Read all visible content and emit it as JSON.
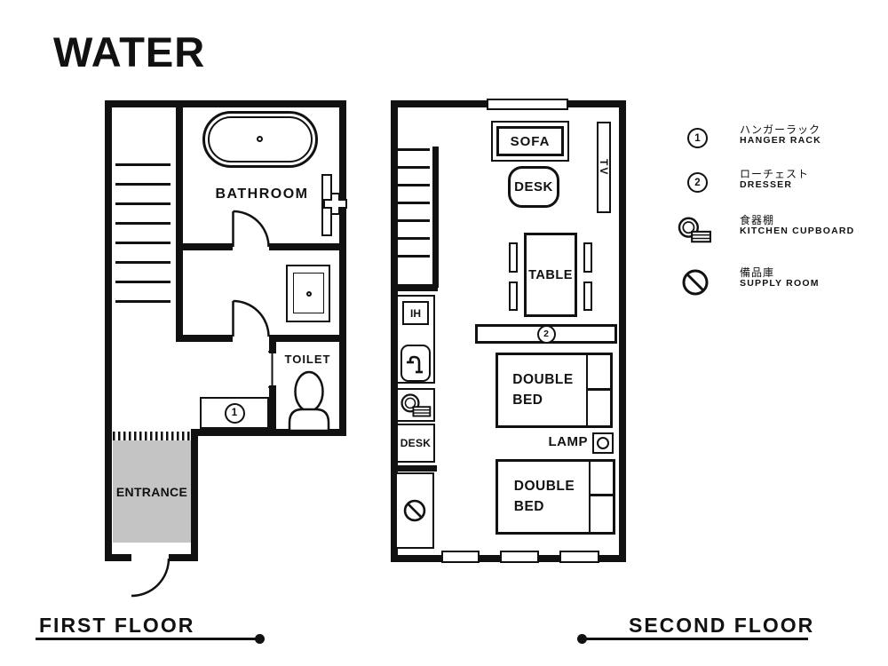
{
  "title": "WATER",
  "first_floor": {
    "caption": "FIRST FLOOR",
    "bathroom_label": "BATHROOM",
    "toilet_label": "TOILET",
    "entrance_label": "ENTRANCE",
    "hanger_rack_marker": "1"
  },
  "second_floor": {
    "caption": "SECOND FLOOR",
    "sofa_label": "SOFA",
    "desk_label": "DESK",
    "tv_label": "TV",
    "table_label": "TABLE",
    "dresser_marker": "2",
    "double_bed_1_label": "DOUBLE\nBED",
    "double_bed_2_label": "DOUBLE\nBED",
    "lamp_label": "LAMP",
    "kitchen": {
      "ih_label": "IH",
      "desk_label": "DESK"
    }
  },
  "legend": {
    "items": [
      {
        "marker": "1",
        "icon": "circled-one",
        "jp": "ハンガーラック",
        "en": "HANGER RACK"
      },
      {
        "marker": "2",
        "icon": "circled-two",
        "jp": "ローチェスト",
        "en": "DRESSER"
      },
      {
        "icon": "kitchen-cupboard",
        "jp": "食器棚",
        "en": "KITCHEN CUPBOARD"
      },
      {
        "icon": "no-entry",
        "jp": "備品庫",
        "en": "SUPPLY ROOM"
      }
    ]
  },
  "colors": {
    "wall": "#111111",
    "entrance_fill": "#c4c4c4",
    "background": "#ffffff"
  }
}
